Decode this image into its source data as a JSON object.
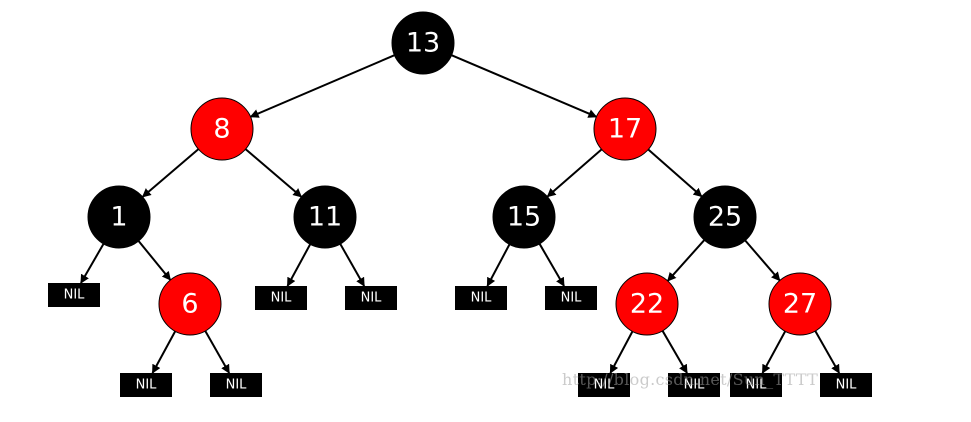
{
  "colors": {
    "red": "#ff0000",
    "black": "#000000",
    "text": "#ffffff"
  },
  "nil_label": "NIL",
  "watermark": "http://blog.csdn.net/Sun_TTTT",
  "nodes": [
    {
      "id": "n13",
      "label": "13",
      "color": "black"
    },
    {
      "id": "n8",
      "label": "8",
      "color": "red"
    },
    {
      "id": "n17",
      "label": "17",
      "color": "red"
    },
    {
      "id": "n1",
      "label": "1",
      "color": "black"
    },
    {
      "id": "n11",
      "label": "11",
      "color": "black"
    },
    {
      "id": "n15",
      "label": "15",
      "color": "black"
    },
    {
      "id": "n25",
      "label": "25",
      "color": "black"
    },
    {
      "id": "n6",
      "label": "6",
      "color": "red"
    },
    {
      "id": "n22",
      "label": "22",
      "color": "red"
    },
    {
      "id": "n27",
      "label": "27",
      "color": "red"
    }
  ],
  "nil_leaves": [
    "nil1L",
    "nil6L",
    "nil6R",
    "nil11L",
    "nil11R",
    "nil15L",
    "nil15R",
    "nil22L",
    "nil22R",
    "nil27L",
    "nil27R"
  ],
  "edges": [
    [
      "n13",
      "n8"
    ],
    [
      "n13",
      "n17"
    ],
    [
      "n8",
      "n1"
    ],
    [
      "n8",
      "n11"
    ],
    [
      "n17",
      "n15"
    ],
    [
      "n17",
      "n25"
    ],
    [
      "n1",
      "nil1L"
    ],
    [
      "n1",
      "n6"
    ],
    [
      "n11",
      "nil11L"
    ],
    [
      "n11",
      "nil11R"
    ],
    [
      "n15",
      "nil15L"
    ],
    [
      "n15",
      "nil15R"
    ],
    [
      "n25",
      "n22"
    ],
    [
      "n25",
      "n27"
    ],
    [
      "n6",
      "nil6L"
    ],
    [
      "n6",
      "nil6R"
    ],
    [
      "n22",
      "nil22L"
    ],
    [
      "n22",
      "nil22R"
    ],
    [
      "n27",
      "nil27L"
    ],
    [
      "n27",
      "nil27R"
    ]
  ]
}
